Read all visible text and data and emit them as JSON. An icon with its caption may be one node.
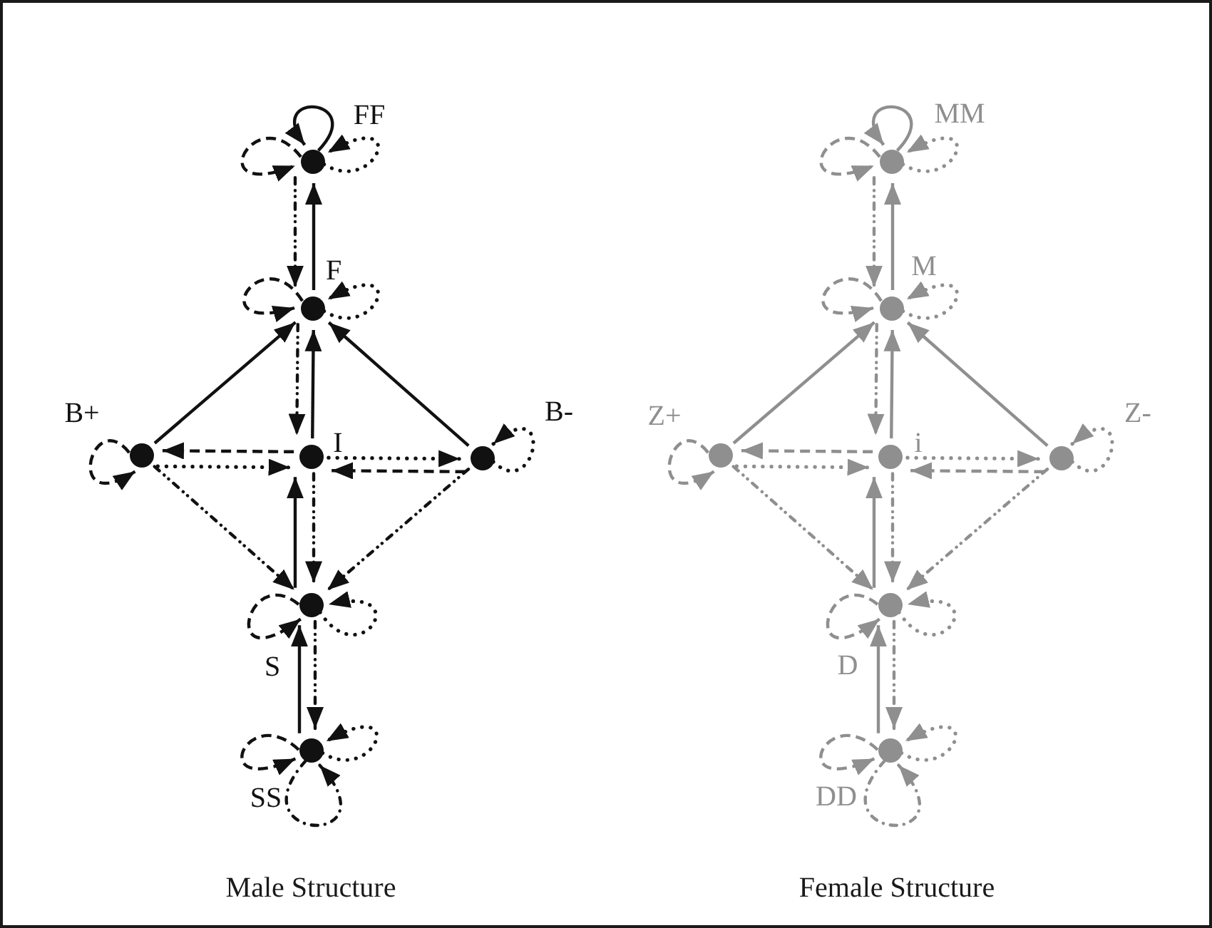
{
  "diagram": {
    "nodes": [
      {
        "text": [],
        "shape": "circle",
        "beside": [
          "FF"
        ]
      },
      {
        "text": [],
        "shape": "circle",
        "beside": [
          "F"
        ]
      },
      {
        "text": [],
        "shape": "circle",
        "beside": [
          "B+"
        ]
      },
      {
        "text": [],
        "shape": "circle",
        "beside": [
          "I"
        ]
      },
      {
        "text": [],
        "shape": "circle",
        "beside": [
          "B-"
        ]
      },
      {
        "text": [],
        "shape": "circle",
        "beside": [
          "S"
        ]
      },
      {
        "text": [],
        "shape": "circle",
        "beside": [
          "SS"
        ]
      },
      {
        "text": [],
        "shape": "circle",
        "beside": [
          "MM"
        ]
      },
      {
        "text": [],
        "shape": "circle",
        "beside": [
          "M"
        ]
      },
      {
        "text": [],
        "shape": "circle",
        "beside": [
          "Z+"
        ]
      },
      {
        "text": [],
        "shape": "circle",
        "beside": [
          "i"
        ]
      },
      {
        "text": [],
        "shape": "circle",
        "beside": [
          "Z-"
        ]
      },
      {
        "text": [],
        "shape": "circle",
        "beside": [
          "D"
        ]
      },
      {
        "text": [],
        "shape": "circle",
        "beside": [
          "DD"
        ]
      }
    ],
    "edges": [
      {
        "from": 0,
        "to": 0,
        "arrow": "to"
      },
      {
        "from": 0,
        "to": 0,
        "arrow": "to",
        "style": "dashed"
      },
      {
        "from": 0,
        "to": 0,
        "arrow": "to",
        "style": "dashed"
      },
      {
        "from": 0,
        "to": 1,
        "arrow": "to",
        "style": "dashed"
      },
      {
        "from": 1,
        "to": 0,
        "arrow": "to"
      },
      {
        "from": 1,
        "to": 1,
        "arrow": "to",
        "style": "dashed"
      },
      {
        "from": 1,
        "to": 1,
        "arrow": "to",
        "style": "dashed"
      },
      {
        "from": 2,
        "to": 1,
        "arrow": "to"
      },
      {
        "from": 4,
        "to": 1,
        "arrow": "to"
      },
      {
        "from": 1,
        "to": 3,
        "arrow": "to",
        "style": "dashed"
      },
      {
        "from": 3,
        "to": 1,
        "arrow": "to"
      },
      {
        "from": 3,
        "to": 2,
        "arrow": "to",
        "style": "dashed"
      },
      {
        "from": 2,
        "to": 3,
        "arrow": "to",
        "style": "dashed"
      },
      {
        "from": 3,
        "to": 4,
        "arrow": "to",
        "style": "dashed"
      },
      {
        "from": 4,
        "to": 3,
        "arrow": "to",
        "style": "dashed"
      },
      {
        "from": 2,
        "to": 2,
        "arrow": "to",
        "style": "dashed"
      },
      {
        "from": 4,
        "to": 4,
        "arrow": "to",
        "style": "dashed"
      },
      {
        "from": 5,
        "to": 3,
        "arrow": "to"
      },
      {
        "from": 3,
        "to": 5,
        "arrow": "to",
        "style": "dashed"
      },
      {
        "from": 2,
        "to": 5,
        "arrow": "to",
        "style": "dashed"
      },
      {
        "from": 4,
        "to": 5,
        "arrow": "to",
        "style": "dashed"
      },
      {
        "from": 5,
        "to": 5,
        "arrow": "to",
        "style": "dashed"
      },
      {
        "from": 5,
        "to": 5,
        "arrow": "to",
        "style": "dashed"
      },
      {
        "from": 6,
        "to": 5,
        "arrow": "to"
      },
      {
        "from": 5,
        "to": 6,
        "arrow": "to",
        "style": "dashed"
      },
      {
        "from": 6,
        "to": 6,
        "arrow": "to",
        "style": "dashed"
      },
      {
        "from": 6,
        "to": 6,
        "arrow": "to",
        "style": "dashed"
      },
      {
        "from": 6,
        "to": 6,
        "arrow": "to",
        "style": "dashed"
      },
      {
        "from": 7,
        "to": 7,
        "arrow": "to",
        "color": "#8f8f8f"
      },
      {
        "from": 7,
        "to": 7,
        "arrow": "to",
        "style": "dashed",
        "color": "#8f8f8f"
      },
      {
        "from": 7,
        "to": 7,
        "arrow": "to",
        "style": "dashed",
        "color": "#8f8f8f"
      },
      {
        "from": 7,
        "to": 8,
        "arrow": "to",
        "style": "dashed",
        "color": "#8f8f8f"
      },
      {
        "from": 8,
        "to": 7,
        "arrow": "to",
        "color": "#8f8f8f"
      },
      {
        "from": 8,
        "to": 8,
        "arrow": "to",
        "style": "dashed",
        "color": "#8f8f8f"
      },
      {
        "from": 8,
        "to": 8,
        "arrow": "to",
        "style": "dashed",
        "color": "#8f8f8f"
      },
      {
        "from": 9,
        "to": 8,
        "arrow": "to",
        "color": "#8f8f8f"
      },
      {
        "from": 11,
        "to": 8,
        "arrow": "to",
        "color": "#8f8f8f"
      },
      {
        "from": 8,
        "to": 10,
        "arrow": "to",
        "style": "dashed",
        "color": "#8f8f8f"
      },
      {
        "from": 10,
        "to": 8,
        "arrow": "to",
        "color": "#8f8f8f"
      },
      {
        "from": 10,
        "to": 9,
        "arrow": "to",
        "style": "dashed",
        "color": "#8f8f8f"
      },
      {
        "from": 9,
        "to": 10,
        "arrow": "to",
        "style": "dashed",
        "color": "#8f8f8f"
      },
      {
        "from": 10,
        "to": 11,
        "arrow": "to",
        "style": "dashed",
        "color": "#8f8f8f"
      },
      {
        "from": 11,
        "to": 10,
        "arrow": "to",
        "style": "dashed",
        "color": "#8f8f8f"
      },
      {
        "from": 9,
        "to": 9,
        "arrow": "to",
        "style": "dashed",
        "color": "#8f8f8f"
      },
      {
        "from": 11,
        "to": 11,
        "arrow": "to",
        "style": "dashed",
        "color": "#8f8f8f"
      },
      {
        "from": 12,
        "to": 10,
        "arrow": "to",
        "color": "#8f8f8f"
      },
      {
        "from": 10,
        "to": 12,
        "arrow": "to",
        "style": "dashed",
        "color": "#8f8f8f"
      },
      {
        "from": 9,
        "to": 12,
        "arrow": "to",
        "style": "dashed",
        "color": "#8f8f8f"
      },
      {
        "from": 11,
        "to": 12,
        "arrow": "to",
        "style": "dashed",
        "color": "#8f8f8f"
      },
      {
        "from": 12,
        "to": 12,
        "arrow": "to",
        "style": "dashed",
        "color": "#8f8f8f"
      },
      {
        "from": 12,
        "to": 12,
        "arrow": "to",
        "style": "dashed",
        "color": "#8f8f8f"
      },
      {
        "from": 13,
        "to": 12,
        "arrow": "to",
        "color": "#8f8f8f"
      },
      {
        "from": 12,
        "to": 13,
        "arrow": "to",
        "style": "dashed",
        "color": "#8f8f8f"
      },
      {
        "from": 13,
        "to": 13,
        "arrow": "to",
        "style": "dashed",
        "color": "#8f8f8f"
      },
      {
        "from": 13,
        "to": 13,
        "arrow": "to",
        "style": "dashed",
        "color": "#8f8f8f"
      },
      {
        "from": 13,
        "to": 13,
        "arrow": "to",
        "style": "dashed",
        "color": "#8f8f8f"
      }
    ],
    "labels": [
      "Male Structure",
      "Female Structure"
    ]
  }
}
